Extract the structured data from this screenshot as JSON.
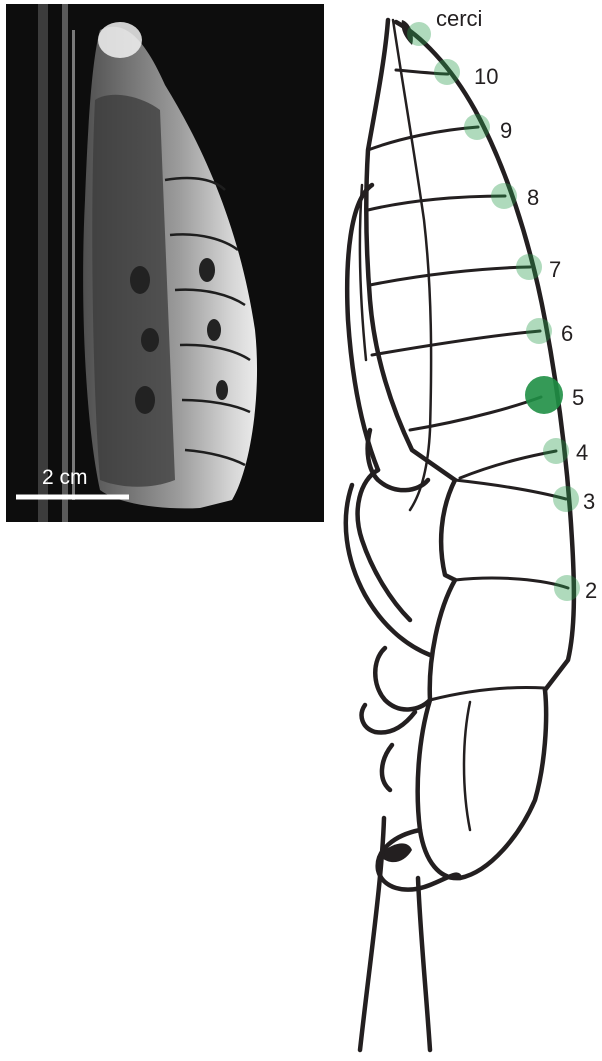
{
  "photo": {
    "scale_bar_label": "2 cm"
  },
  "diagram": {
    "marker_color": "#2e9e4f",
    "highlight_color": "#1f8f45",
    "labels": {
      "cerci": "cerci",
      "seg10": "10",
      "seg9": "9",
      "seg8": "8",
      "seg7": "7",
      "seg6": "6",
      "seg5": "5",
      "seg4": "4",
      "seg3": "3",
      "seg2": "2"
    },
    "highlighted_segment": "5"
  }
}
